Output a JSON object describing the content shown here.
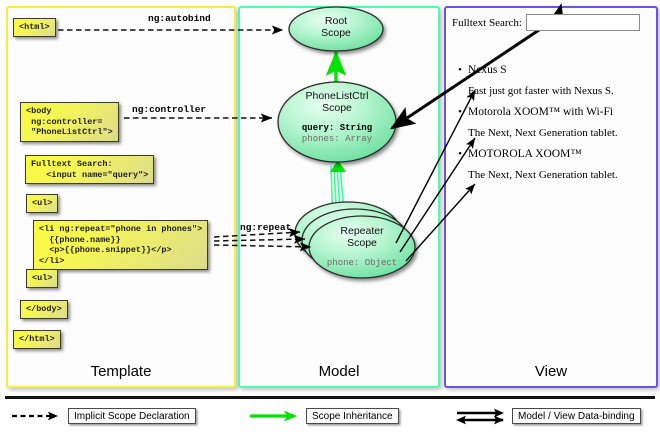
{
  "panels": [
    {
      "id": "template",
      "label": "Template",
      "border_color": "#f2f03a"
    },
    {
      "id": "model",
      "label": "Model",
      "border_color": "#4dfcae"
    },
    {
      "id": "view",
      "label": "View",
      "border_color": "#6a53e8"
    }
  ],
  "template": {
    "boxes": [
      {
        "name": "html-open-box",
        "text": "<html>"
      },
      {
        "name": "body-box",
        "text": "<body\n ng:controller=\n \"PhoneListCtrl\">"
      },
      {
        "name": "fulltext-box",
        "text": "Fulltext Search:\n   <input name=\"query\">"
      },
      {
        "name": "ul-open-box",
        "text": "<ul>"
      },
      {
        "name": "li-repeat-box",
        "text": "<li ng:repeat=\"phone in phones\">\n  {{phone.name}}\n  <p>{{phone.snippet}}</p>\n</li>"
      },
      {
        "name": "ul-close-box",
        "text": "<ul>"
      },
      {
        "name": "body-close-box",
        "text": "</body>"
      },
      {
        "name": "html-close-box",
        "text": "</html>"
      }
    ]
  },
  "model": {
    "scopes": [
      {
        "name": "root-scope",
        "title": "Root\nScope",
        "props": []
      },
      {
        "name": "phonelistctrl-scope",
        "title": "PhoneListCtrl\nScope",
        "props": [
          {
            "text": "query: String",
            "emphasis": "strong"
          },
          {
            "text": "phones: Array",
            "emphasis": "dim"
          }
        ]
      },
      {
        "name": "repeater-scope",
        "title": "Repeater\nScope",
        "props": [
          {
            "text": "phone: Object",
            "emphasis": "dim"
          }
        ]
      }
    ]
  },
  "wire_labels": [
    {
      "name": "ng-autobind-label",
      "text": "ng:autobind"
    },
    {
      "name": "ng-controller-label",
      "text": "ng:controller"
    },
    {
      "name": "ng-repeat-label",
      "text": "ng:repeat"
    }
  ],
  "view": {
    "search_label": "Fulltext Search:",
    "search_value": "",
    "search_placeholder": "",
    "items": [
      {
        "name": "Nexus S",
        "snippet": "Fast just got faster with Nexus S."
      },
      {
        "name": "Motorola XOOM™  with Wi-Fi",
        "snippet": "The Next, Next Generation tablet."
      },
      {
        "name": "MOTOROLA XOOM™",
        "snippet": "The Next, Next Generation tablet."
      }
    ],
    "bullet": "•"
  },
  "legend": [
    {
      "name": "legend-implicit-scope",
      "label": "Implicit Scope Declaration",
      "style": "dashed-arrow",
      "color": "#000000"
    },
    {
      "name": "legend-inheritance",
      "label": "Scope Inheritance",
      "style": "green-arrow",
      "color": "#00e400"
    },
    {
      "name": "legend-databinding",
      "label": "Model / View Data-binding",
      "style": "double-arrow",
      "color": "#000000"
    }
  ],
  "colors": {
    "template_border": "#f2f03a",
    "model_border": "#4dfcae",
    "view_border": "#6a53e8",
    "code_box_fill": "#f7f73c",
    "scope_fill": "#8ef0b4",
    "inheritance_arrow": "#00e400"
  }
}
